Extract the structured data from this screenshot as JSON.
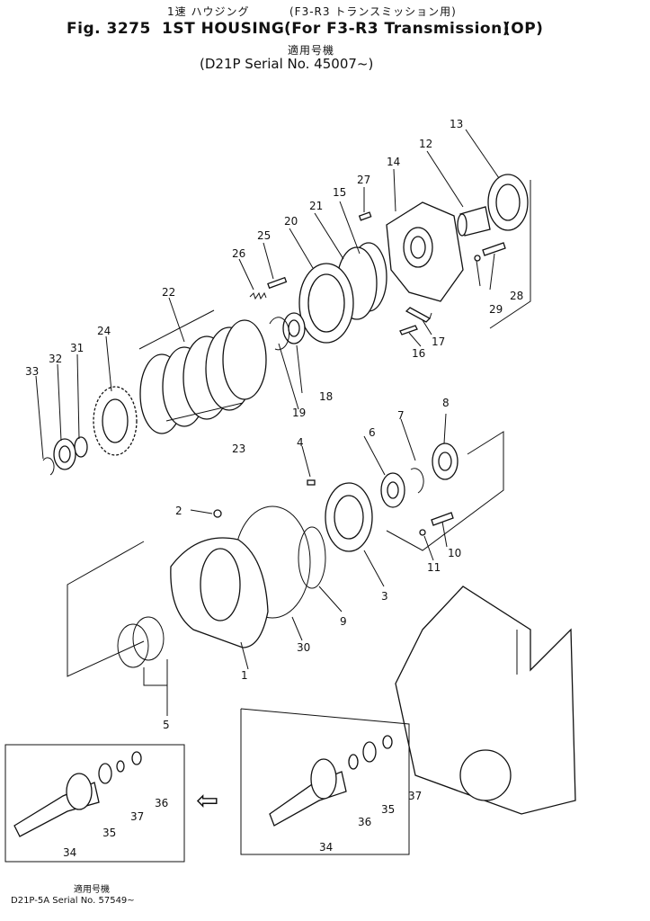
{
  "header": {
    "jp_title": "1速 ハウジング",
    "jp_trans": "(F3-R3 トランスミッション用)",
    "fig_label": "Fig. 3275",
    "title_en": "1ST HOUSING",
    "trans_en": "(For F3-R3 Transmission)",
    "op": "(OP)",
    "jp_applicable": "適用号機",
    "serial": "(D21P  Serial No. 45007~)"
  },
  "parts": [
    "1",
    "2",
    "3",
    "4",
    "5",
    "6",
    "7",
    "8",
    "9",
    "10",
    "11",
    "12",
    "13",
    "14",
    "15",
    "16",
    "17",
    "18",
    "19",
    "20",
    "21",
    "22",
    "23",
    "24",
    "25",
    "26",
    "27",
    "28",
    "29",
    "30",
    "31",
    "32",
    "33",
    "34",
    "35",
    "36",
    "37"
  ],
  "inset": {
    "labels": [
      "34",
      "35",
      "36",
      "37"
    ],
    "arrow": "⇦"
  },
  "footer": {
    "jp_applicable": "適用号機",
    "serial": "D21P-5A Serial No. 57549~"
  },
  "colors": {
    "ink": "#111111",
    "paper": "#ffffff"
  }
}
